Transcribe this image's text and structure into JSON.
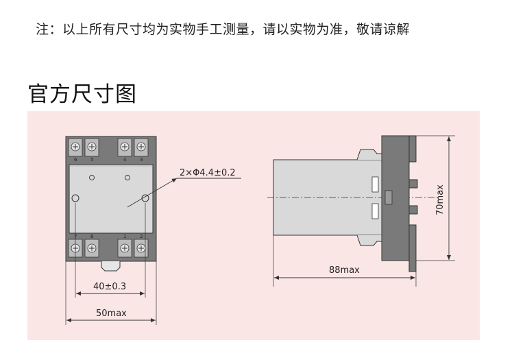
{
  "note": "注：以上所有尺寸均为实物手工测量，请以实物为准，敬请谅解",
  "section_title": "官方尺寸图",
  "front_view": {
    "top_pins": [
      "6",
      "5",
      "4",
      "3"
    ],
    "bottom_pins": [
      "7",
      "8",
      "1",
      "2"
    ],
    "hole_label": "2×Φ4.4±0.2",
    "hole_spacing_label": "40±0.3",
    "width_label": "50max"
  },
  "side_view": {
    "depth_label": "88max",
    "height_label": "70max"
  },
  "colors": {
    "panel_bg": "#fbe6e6",
    "body_fill": "#d9d9d9",
    "base_fill": "#7a7a7a",
    "terminal_fill": "#bcbcbc"
  }
}
